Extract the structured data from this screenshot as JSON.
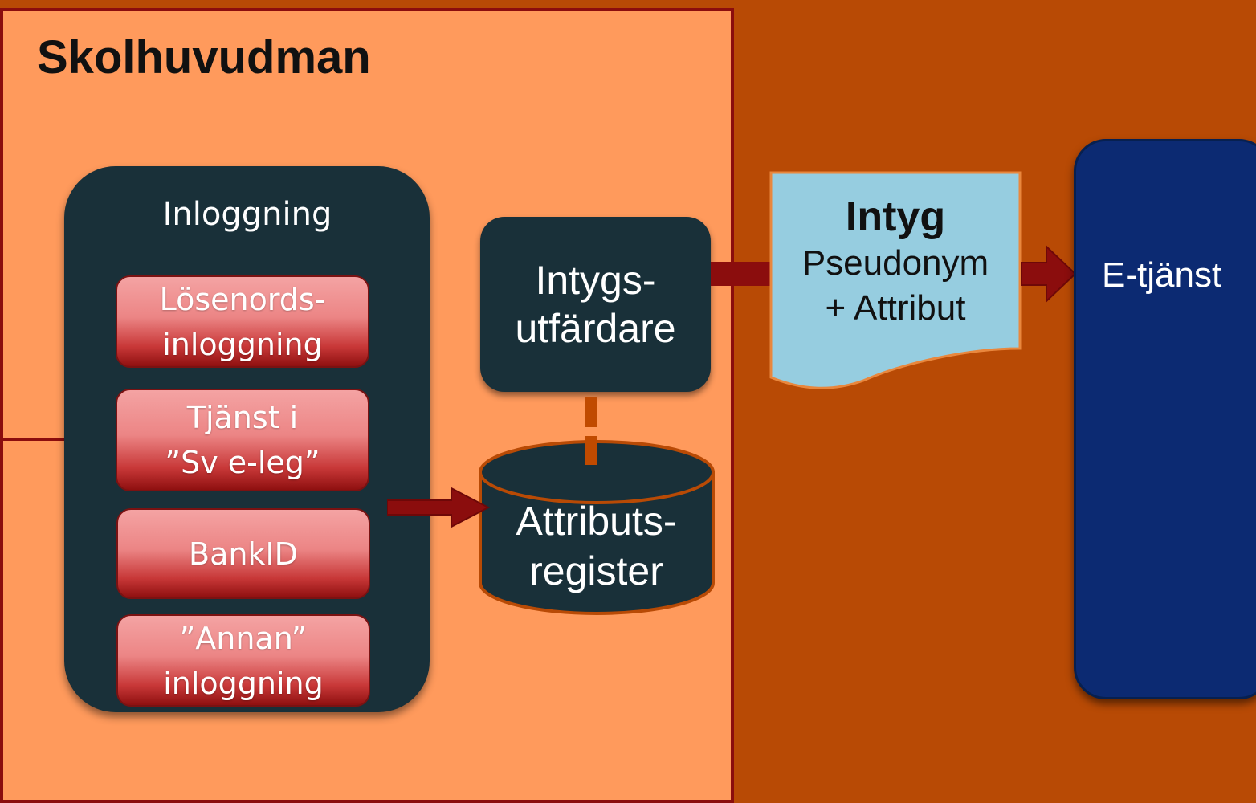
{
  "organization": {
    "title": "Skolhuvudman"
  },
  "login": {
    "title": "Inloggning",
    "methods": [
      {
        "label": "Lösenords-\ninloggning"
      },
      {
        "label": "Tjänst i\n”Sv e-leg”"
      },
      {
        "label": "BankID"
      },
      {
        "label": "”Annan”\ninloggning"
      }
    ]
  },
  "issuer": {
    "label": "Intygs-\nutfärdare"
  },
  "attribute_register": {
    "label": "Attributs-\nregister"
  },
  "certificate": {
    "title": "Intyg",
    "line1": "Pseudonym",
    "line2": "+ Attribut"
  },
  "service": {
    "label": "E-tjänst"
  },
  "colors": {
    "background": "#b84a05",
    "organization_fill": "#ff9a5c",
    "dark_box": "#193039",
    "method_fill": "#e86a6a",
    "arrow": "#8b0d0d",
    "certificate_fill": "#96cde0",
    "service_fill": "#0c2a72"
  }
}
